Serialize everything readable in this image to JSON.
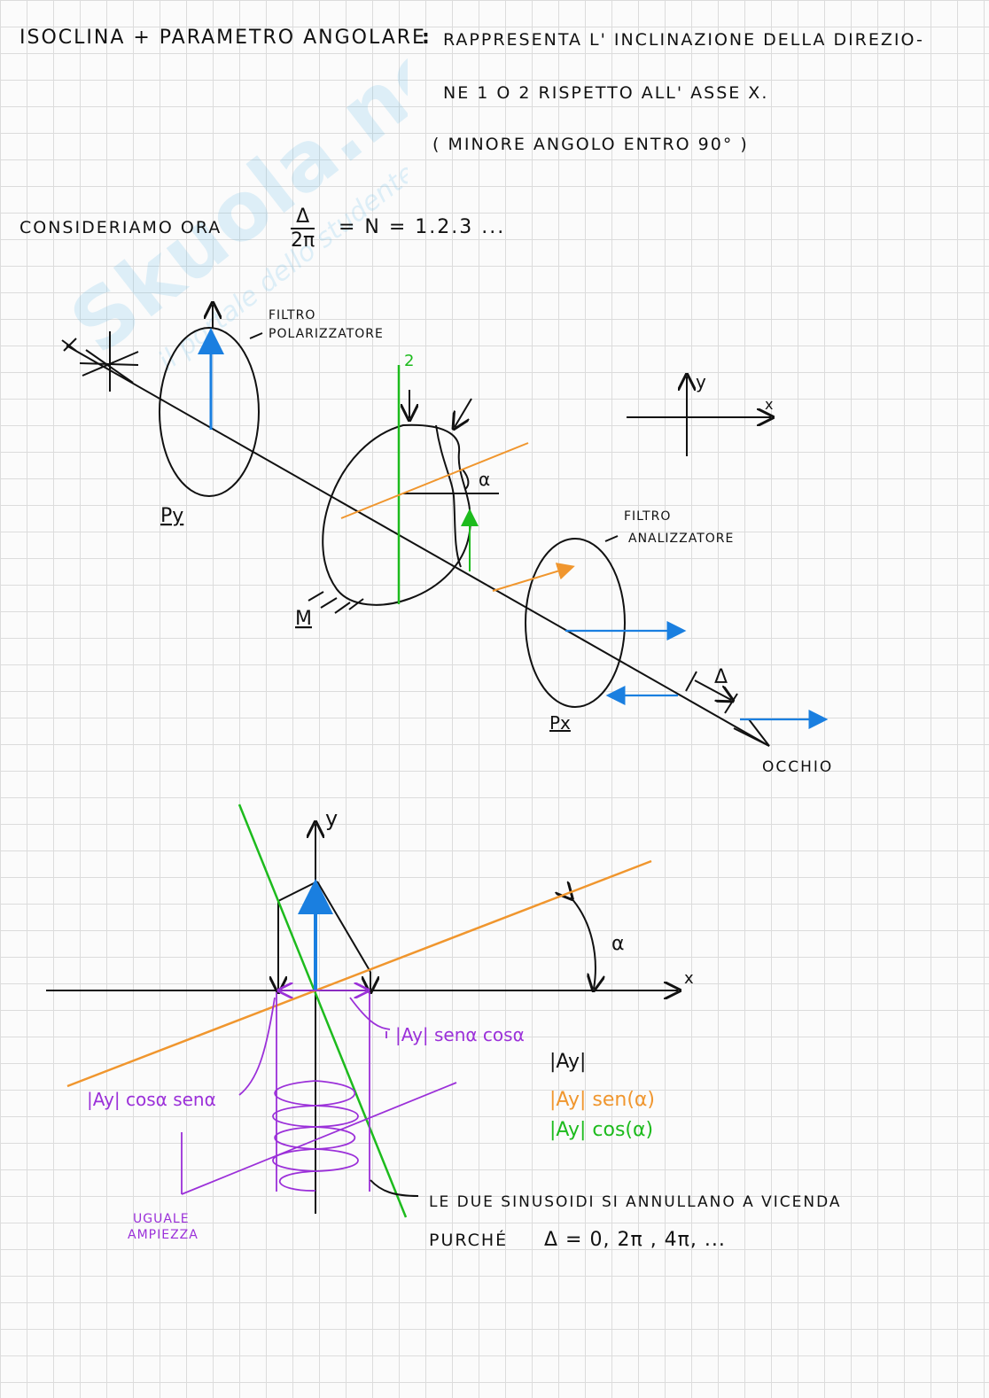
{
  "header": {
    "line1_left": "ISOCLINA + PARAMETRO ANGOLARE",
    "line1_sep": ":",
    "line1_right": "RAPPRESENTA L' INCLINAZIONE DELLA DIREZIO-",
    "line2": "NE 1 O 2 RISPETTO ALL' ASSE X.",
    "line3": "( MINORE ANGOLO ENTRO 90° )"
  },
  "consider": {
    "label": "CONSIDERIAMO ORA",
    "frac_num": "Δ",
    "frac_den": "2π",
    "eq": "= N = 1.2.3 ..."
  },
  "diagram1": {
    "filtro_polarizzatore_1": "FILTRO",
    "filtro_polarizzatore_2": "POLARIZZATORE",
    "label_py": "Py",
    "label_m": "M",
    "label_z": "2",
    "label_alpha": "α",
    "axis_y": "y",
    "axis_x": "x",
    "filtro_analizzatore_1": "FILTRO",
    "filtro_analizzatore_2": "ANALIZZATORE",
    "label_px": "Px",
    "label_delta": "Δ",
    "label_occhio": "OCCHIO"
  },
  "diagram2": {
    "axis_y": "y",
    "axis_x": "x",
    "label_alpha": "α",
    "label_right": "|Ay| senα cosα",
    "label_left": "|Ay| cosα senα",
    "legend_ay": "|Ay|",
    "legend_sen": "|Ay| sen(α)",
    "legend_cos": "|Ay| cos(α)",
    "uguale_1": "UGUALE",
    "uguale_2": "AMPIEZZA",
    "conclusion_1": "LE DUE SINUSOIDI SI ANNULLANO A VICENDA",
    "conclusion_2_prefix": "PURCHÉ",
    "conclusion_2_formula": "Δ = 0, 2π , 4π, ..."
  },
  "watermark": {
    "brand": "Skuola.net",
    "tagline": "il portale dello studente"
  },
  "colors": {
    "ink": "#111111",
    "blue": "#1a7fe0",
    "orange": "#f0962e",
    "green": "#1dbb1d",
    "purple": "#9b30d9"
  }
}
